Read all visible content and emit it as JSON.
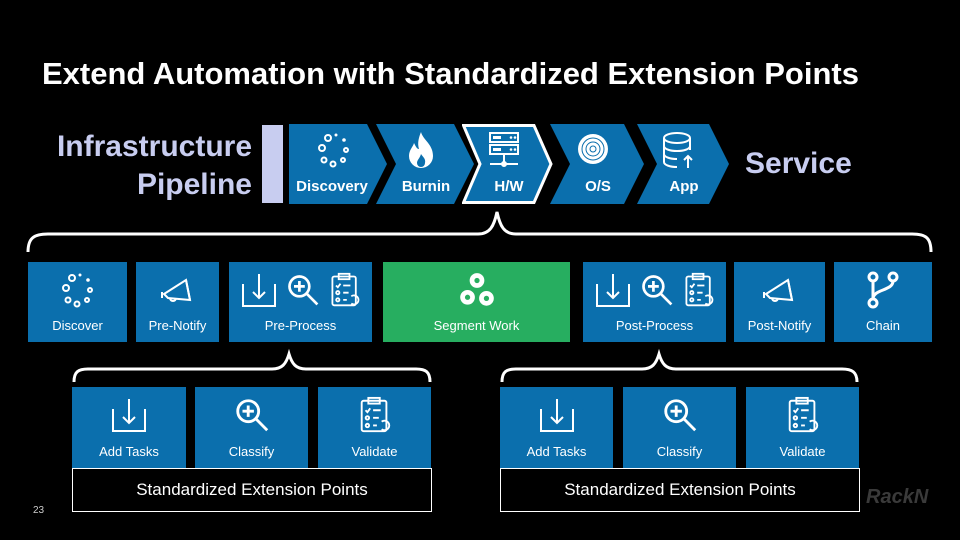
{
  "title": "Extend Automation with Standardized Extension Points",
  "pipeline_label_line1": "Infrastructure",
  "pipeline_label_line2": "Pipeline",
  "service_label": "Service",
  "stages": [
    "Discovery",
    "Burnin",
    "H/W",
    "O/S",
    "App"
  ],
  "steps": [
    "Discover",
    "Pre-Notify",
    "Pre-Process",
    "Segment Work",
    "Post-Process",
    "Post-Notify",
    "Chain"
  ],
  "pre_sub": [
    "Add Tasks",
    "Classify",
    "Validate"
  ],
  "post_sub": [
    "Add Tasks",
    "Classify",
    "Validate"
  ],
  "footer_label": "Standardized Extension Points",
  "page_number": "23",
  "logo": "RackN",
  "colors": {
    "blue": "#0b6fad",
    "green": "#27ae60",
    "lavender": "#c8cdf0"
  }
}
